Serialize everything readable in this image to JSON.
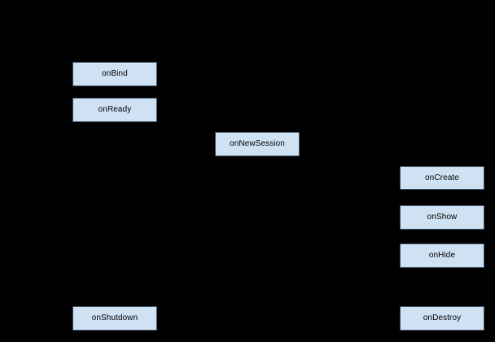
{
  "diagram": {
    "type": "lifecycle-flowchart",
    "nodes": [
      {
        "id": "onBind",
        "label": "onBind"
      },
      {
        "id": "onReady",
        "label": "onReady"
      },
      {
        "id": "onNewSession",
        "label": "onNewSession"
      },
      {
        "id": "onCreate",
        "label": "onCreate"
      },
      {
        "id": "onShow",
        "label": "onShow"
      },
      {
        "id": "onHide",
        "label": "onHide"
      },
      {
        "id": "onShutdown",
        "label": "onShutdown"
      },
      {
        "id": "onDestroy",
        "label": "onDestroy"
      }
    ]
  },
  "colors": {
    "background": "#000000",
    "node_fill": "#cfe2f3",
    "node_border": "#3f5265",
    "node_text": "#000000"
  }
}
